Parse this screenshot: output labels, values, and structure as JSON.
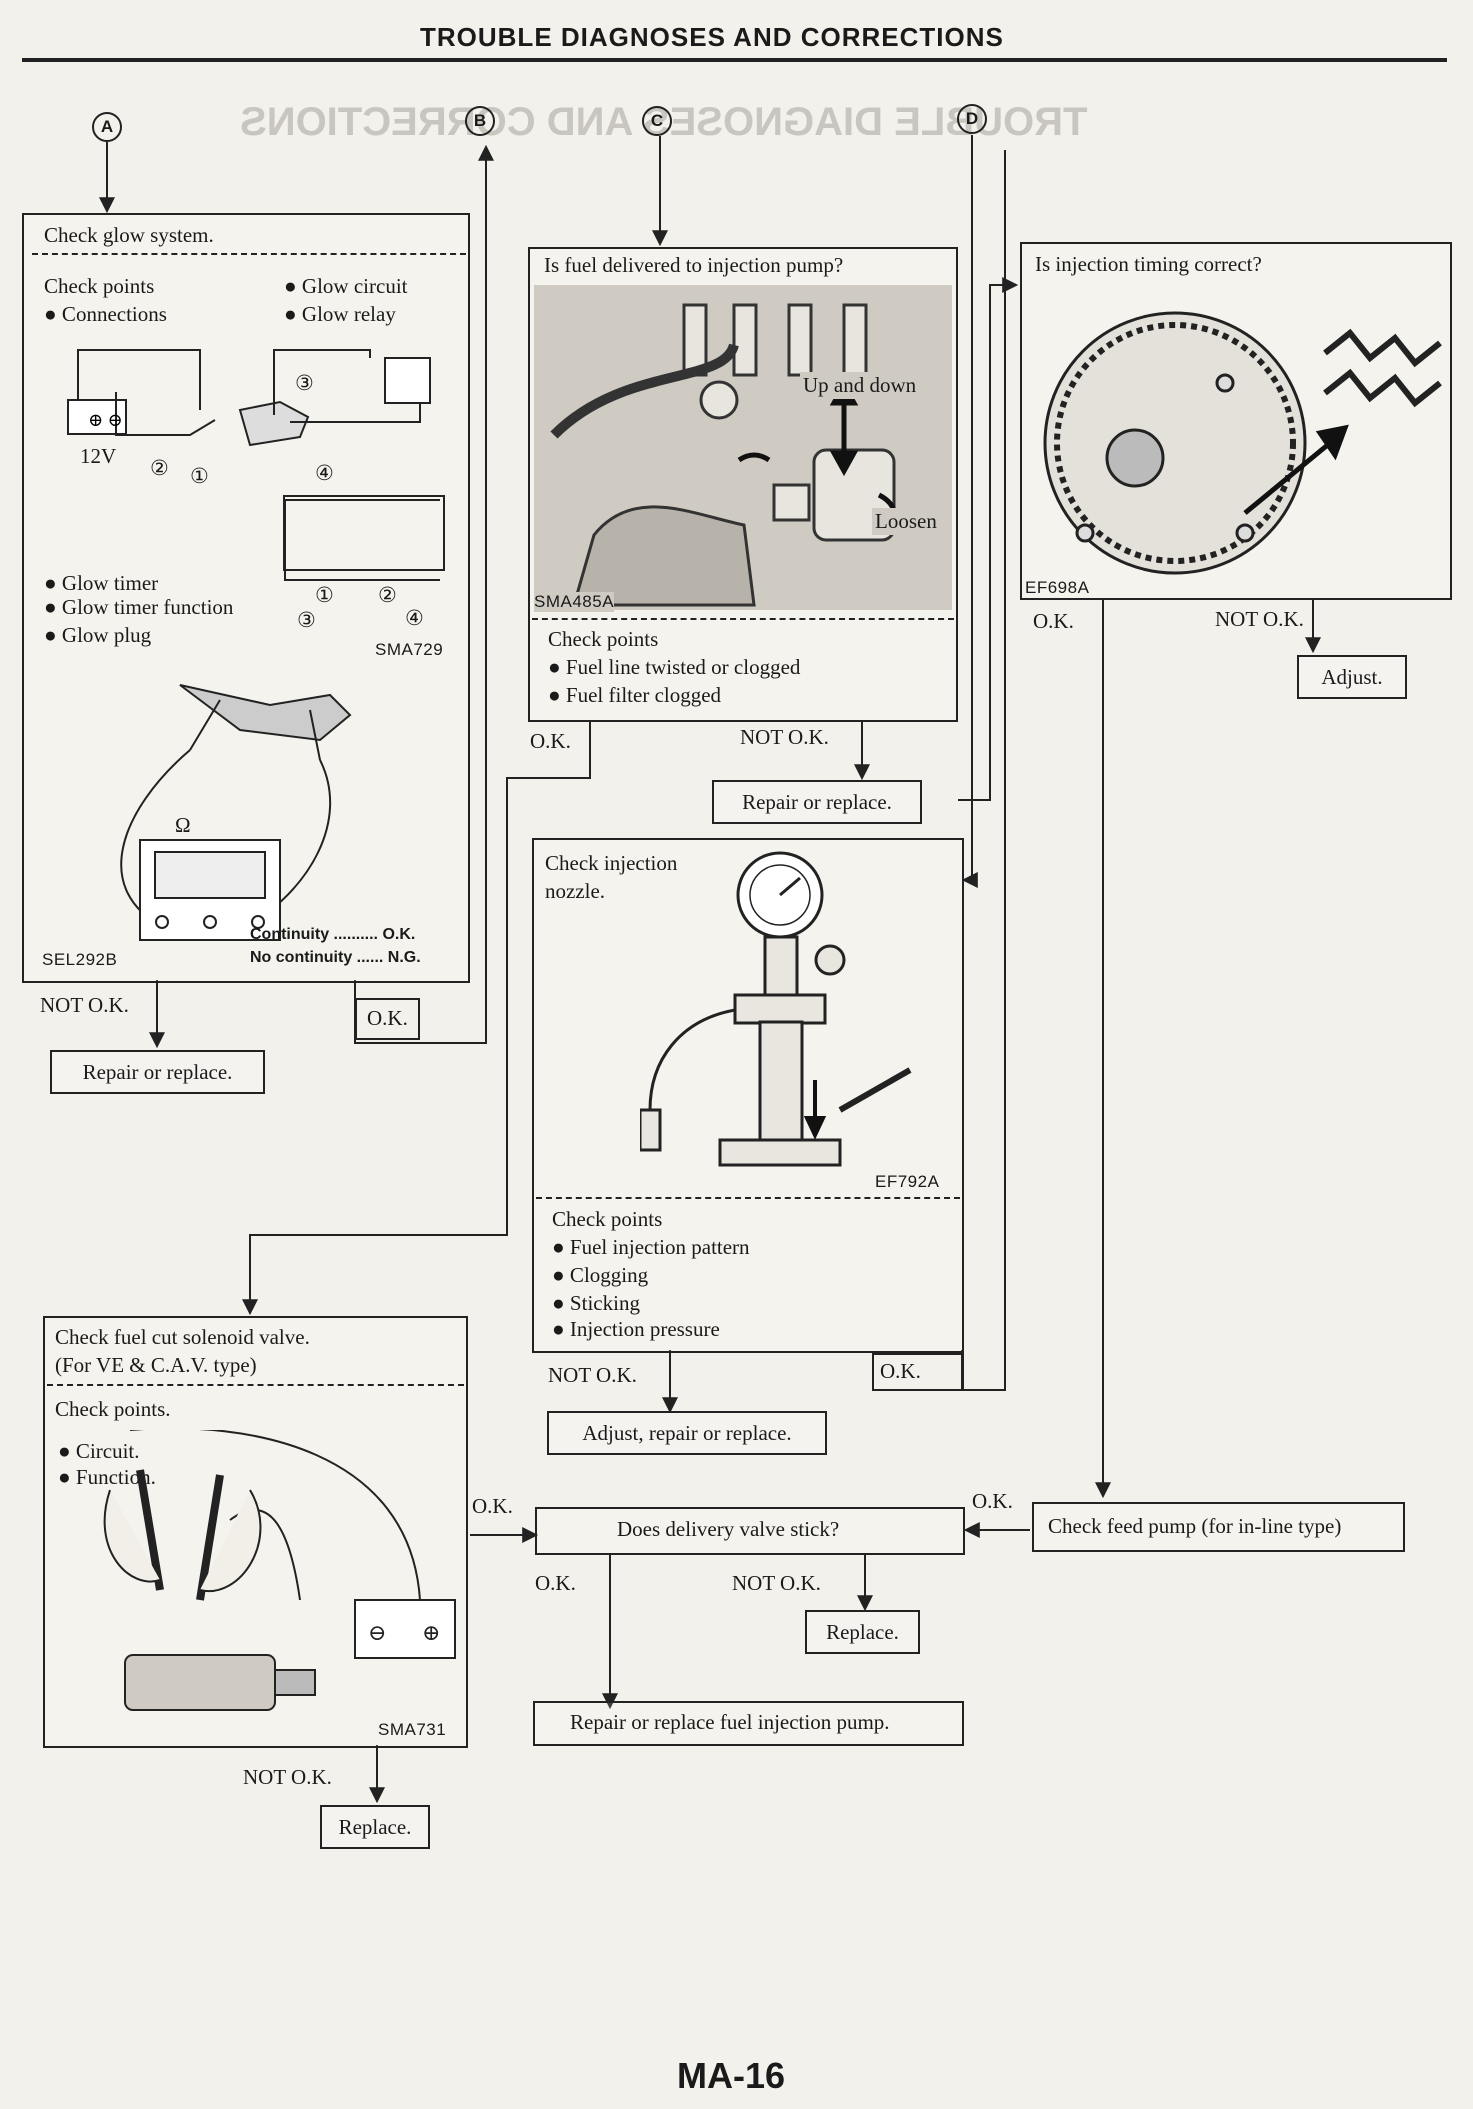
{
  "header": {
    "title": "TROUBLE DIAGNOSES AND CORRECTIONS",
    "ghost_title": "TROUBLE DIAGNOSES AND CORRECTIONS"
  },
  "connectors": {
    "a": "A",
    "b": "B",
    "c": "C",
    "d": "D"
  },
  "glow": {
    "title": "Check glow system.",
    "check_points": "Check points",
    "connections": "● Connections",
    "glow_circuit": "● Glow circuit",
    "glow_relay": "● Glow relay",
    "battery_label": "12V",
    "n1": "①",
    "n2": "②",
    "n3": "③",
    "n4": "④",
    "timer": "● Glow timer",
    "timer_function": "● Glow timer function",
    "plug": "● Glow plug",
    "code1": "SMA729",
    "ohm": "Ω",
    "code2": "SEL292B",
    "continuity": "Continuity .......... O.K.",
    "no_continuity": "No continuity ...... N.G.",
    "not_ok": "NOT O.K.",
    "ok": "O.K.",
    "repair": "Repair or replace."
  },
  "fuel": {
    "title": "Is fuel delivered to injection pump?",
    "up_down": "Up and down",
    "loosen": "Loosen",
    "code": "SMA485A",
    "check_points": "Check points",
    "p1": "● Fuel line twisted or clogged",
    "p2": "● Fuel filter clogged",
    "ok": "O.K.",
    "not_ok": "NOT O.K.",
    "repair": "Repair or replace."
  },
  "timing": {
    "title": "Is injection timing correct?",
    "code": "EF698A",
    "ok": "O.K.",
    "not_ok": "NOT O.K.",
    "adjust": "Adjust."
  },
  "nozzle": {
    "title1": "Check injection",
    "title2": "nozzle.",
    "code": "EF792A",
    "check_points": "Check points",
    "p1": "● Fuel injection pattern",
    "p2": "● Clogging",
    "p3": "● Sticking",
    "p4": "● Injection pressure",
    "not_ok": "NOT O.K.",
    "ok": "O.K.",
    "adjust": "Adjust, repair or replace."
  },
  "solenoid": {
    "title1": "Check fuel cut solenoid valve.",
    "title2": "(For VE & C.A.V. type)",
    "check_points": "Check points.",
    "p1": "● Circuit.",
    "p2": "● Function.",
    "code": "SMA731",
    "ok": "O.K.",
    "not_ok": "NOT O.K.",
    "replace": "Replace."
  },
  "delivery": {
    "title": "Does delivery valve stick?",
    "ok": "O.K.",
    "not_ok": "NOT O.K.",
    "replace": "Replace.",
    "repair": "Repair or replace fuel injection pump."
  },
  "feed": {
    "title": "Check feed pump (for in-line type)",
    "ok": "O.K."
  },
  "footer": {
    "page": "MA-16"
  }
}
